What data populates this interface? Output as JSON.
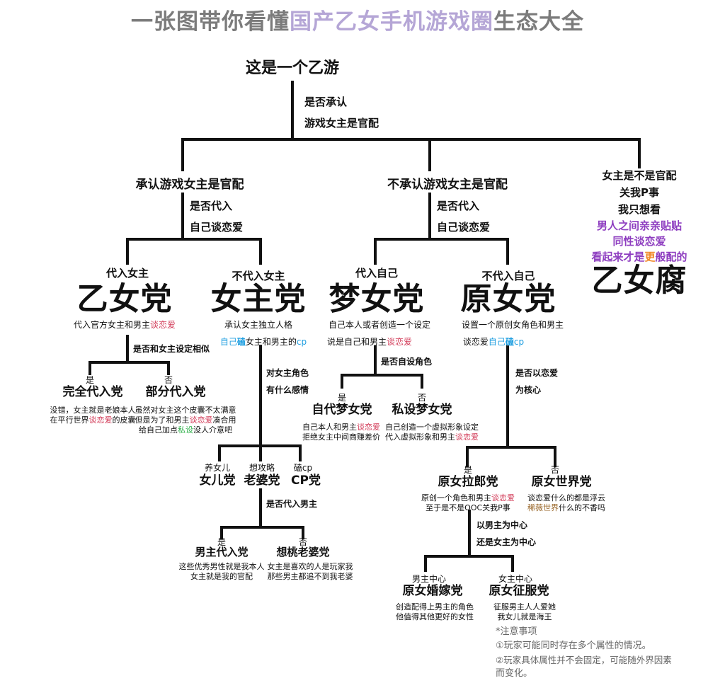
{
  "title": {
    "part1": "一张图带你看懂",
    "part2": "国产乙女手机游戏圈",
    "part3": "生态大全"
  },
  "root": "这是一个乙游",
  "q_root": [
    "是否承认",
    "游戏女主是官配"
  ],
  "b_acknowledge": "承认游戏女主是官配",
  "b_not_acknowledge": "不承认游戏女主是官配",
  "q_self_left": [
    "是否代入",
    "自己谈恋爱"
  ],
  "q_self_mid": [
    "是否代入",
    "自己谈恋爱"
  ],
  "right_col": {
    "line1": "女主是不是官配",
    "line2": "关我P事",
    "line3": "我只想看",
    "line4": "男人之间亲亲贴贴",
    "line5": "同性谈恋爱",
    "line6a": "看起来才是",
    "line6b": "更",
    "line6c": "般配的",
    "big": "乙女腐"
  },
  "otome": {
    "label": "代入女主",
    "name": "乙女党",
    "desc_a": "代入官方女主和男主",
    "desc_b": "谈恋爱"
  },
  "heroine": {
    "label": "不代入女主",
    "name": "女主党",
    "desc1": "承认女主独立人格",
    "desc2a": "自己",
    "desc2b": "磕",
    "desc2c": "女主和男主的",
    "desc2d": "cp"
  },
  "dream": {
    "label": "代入自己",
    "name": "梦女党",
    "desc1": "自己本人或者创造一个设定",
    "desc2a": "说是自己和男主",
    "desc2b": "谈恋爱"
  },
  "oc": {
    "label": "不代入自己",
    "name": "原女党",
    "desc1": "设置一个原创女角色和男主",
    "desc2a": "谈恋爱",
    "desc2b": "自己",
    "desc2c": "磕",
    "desc2d": "cp"
  },
  "q_otome": "是否和女主设定相似",
  "otome_yes": {
    "tag": "是",
    "name": "完全代入党",
    "d1": "没错，女主就是老娘本人",
    "d2a": "在平行世界",
    "d2b": "谈恋爱",
    "d2c": "的皮囊"
  },
  "otome_no": {
    "tag": "否",
    "name": "部分代入党",
    "d1": "虽然对女主这个皮囊不太满意",
    "d2a": "但是为了和男主",
    "d2b": "谈恋爱",
    "d2c": "凑合用",
    "d3a": "给自己加点",
    "d3b": "私设",
    "d3c": "没人介意吧"
  },
  "q_heroine": [
    "对女主角色",
    "有什么感情"
  ],
  "h_daughter": {
    "tag": "养女儿",
    "name": "女儿党"
  },
  "h_wife": {
    "tag": "想攻略",
    "name": "老婆党"
  },
  "h_cp": {
    "tag": "磕cp",
    "name": "CP党"
  },
  "q_wife": "是否代入男主",
  "wife_yes": {
    "tag": "是",
    "name": "男主代入党",
    "d1": "这些优秀男性就是我本人",
    "d2": "女主就是我的官配"
  },
  "wife_no": {
    "tag": "否",
    "name": "想桃老婆党",
    "d1": "女主是喜欢的人是玩家我",
    "d2": "那些男主都追不到我老婆"
  },
  "q_dream": "是否自设角色",
  "dream_yes": {
    "tag": "是",
    "name": "自代梦女党",
    "d1a": "自己本人和男主",
    "d1b": "谈恋爱",
    "d2": "拒绝女主中间商赚差价"
  },
  "dream_no": {
    "tag": "否",
    "name": "私设梦女党",
    "d1": "自己创造一个虚拟形象设定",
    "d2a": "代入虚拟形象和男主",
    "d2b": "谈恋爱"
  },
  "q_oc": [
    "是否以恋爱",
    "为核心"
  ],
  "oc_yes": {
    "tag": "是",
    "name": "原女拉郎党",
    "d1a": "原创一个角色和男主",
    "d1b": "谈恋爱",
    "d2": "至于是不是OOC关我P事"
  },
  "oc_no": {
    "tag": "否",
    "name": "原女世界党",
    "d1": "谈恋爱什么的都是浮云",
    "d2a": "",
    "d2b": "稀薇世界",
    "d2c": "什么的不香吗"
  },
  "q_center": [
    "以男主为中心",
    "还是女主为中心"
  ],
  "center_male": {
    "tag": "男主中心",
    "name": "原女婚嫁党",
    "d1": "创造配得上男主的角色",
    "d2": "他值得其他更好的女性"
  },
  "center_female": {
    "tag": "女主中心",
    "name": "原女征服党",
    "d1": "征服男主人人爱她",
    "d2": "我女儿就是海王"
  },
  "notes": {
    "head": "*注意事项",
    "n1": "①玩家可能同时存在多个属性的情况。",
    "n2": "②玩家具体属性并不会固定，可能随外界因素",
    "n3": "而变化。"
  },
  "colors": {
    "line": "#111111",
    "title_gray": "#7b7b7b",
    "title_purple": "#b5a6d6",
    "love": "#d23a57",
    "cp": "#1e9ee0",
    "purple_text": "#8e3ec0"
  }
}
